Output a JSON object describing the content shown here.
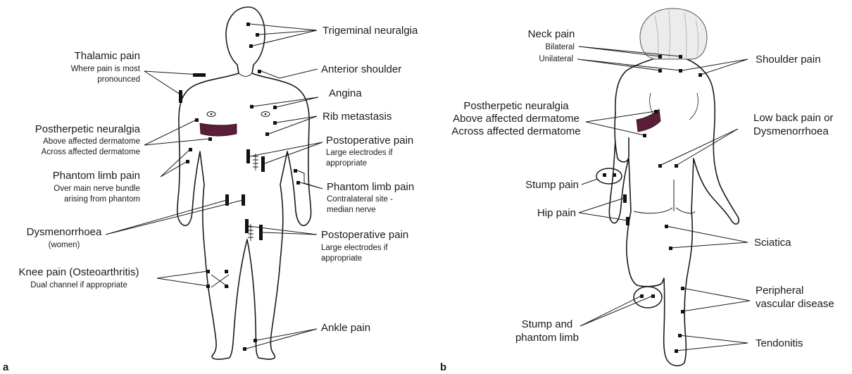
{
  "panel_a": {
    "letter": "a",
    "labels": {
      "trigeminal": "Trigeminal neuralgia",
      "thalamic_title": "Thalamic pain",
      "thalamic_sub1": "Where pain is most",
      "thalamic_sub2": "pronounced",
      "anterior_shoulder": "Anterior shoulder",
      "angina": "Angina",
      "rib": "Rib metastasis",
      "postherpetic_title": "Postherpetic neuralgia",
      "postherpetic_sub1": "Above affected dermatome",
      "postherpetic_sub2": "Across affected dermatome",
      "postop1_title": "Postoperative pain",
      "postop1_sub1": "Large electrodes if",
      "postop1_sub2": "appropriate",
      "phantom_left_title": "Phantom limb pain",
      "phantom_left_sub1": "Over main nerve bundle",
      "phantom_left_sub2": "arising from phantom",
      "phantom_right_title": "Phantom limb pain",
      "phantom_right_sub1": "Contralateral site -",
      "phantom_right_sub2": "median nerve",
      "dysmenorrhoea_title": "Dysmenorrhoea",
      "dysmenorrhoea_sub": "(women)",
      "postop2_title": "Postoperative pain",
      "postop2_sub1": "Large electrodes if",
      "postop2_sub2": "appropriate",
      "knee_title": "Knee pain (Osteoarthritis)",
      "knee_sub": "Dual channel if appropriate",
      "ankle": "Ankle pain"
    }
  },
  "panel_b": {
    "letter": "b",
    "labels": {
      "neck_title": "Neck pain",
      "neck_sub1": "Bilateral",
      "neck_sub2": "Unilateral",
      "shoulder": "Shoulder pain",
      "postherpetic_title": "Postherpetic neuralgia",
      "postherpetic_sub1": "Above affected dermatome",
      "postherpetic_sub2": "Across affected dermatome",
      "lowback_1": "Low back pain or",
      "lowback_2": "Dysmenorrhoea",
      "stump": "Stump pain",
      "hip": "Hip pain",
      "sciatica": "Sciatica",
      "peripheral_1": "Peripheral",
      "peripheral_2": "vascular disease",
      "stump_phantom_1": "Stump and",
      "stump_phantom_2": "phantom limb",
      "tendonitis": "Tendonitis"
    }
  },
  "colors": {
    "electrode": "#111111",
    "dermatome_band": "#5a1e38",
    "outline": "#1a1a1a"
  }
}
